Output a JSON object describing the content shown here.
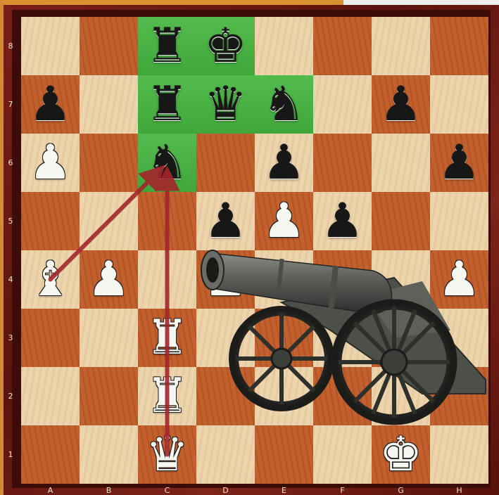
{
  "board": {
    "ranks": [
      "8",
      "7",
      "6",
      "5",
      "4",
      "3",
      "2",
      "1"
    ],
    "files": [
      "A",
      "B",
      "C",
      "D",
      "E",
      "F",
      "G",
      "H"
    ],
    "squares": [
      [
        "",
        "",
        "r",
        "k",
        "",
        "",
        "",
        ""
      ],
      [
        "p",
        "",
        "r",
        "q",
        "n",
        "",
        "p",
        ""
      ],
      [
        "P",
        "",
        "n",
        "",
        "p",
        "",
        "",
        "p"
      ],
      [
        "",
        "",
        "",
        "p",
        "P",
        "p",
        "",
        ""
      ],
      [
        "B",
        "P",
        "",
        "P",
        "",
        "",
        "",
        "P"
      ],
      [
        "",
        "",
        "R",
        "",
        "",
        "",
        "",
        ""
      ],
      [
        "",
        "",
        "R",
        "",
        "",
        "",
        "",
        ""
      ],
      [
        "",
        "",
        "Q",
        "",
        "",
        "",
        "K",
        ""
      ]
    ],
    "highlighted": [
      "c8",
      "d8",
      "c7",
      "d7",
      "e7",
      "c6"
    ],
    "arrows": [
      {
        "from": "a4",
        "to": "c6"
      },
      {
        "from": "c1",
        "to": "c6"
      }
    ],
    "colors": {
      "highlight": "#45b53f",
      "arrow": "#a4252b",
      "light_square": "#ecd4ad",
      "dark_square": "#c2602e",
      "frame": "#6a1a12"
    }
  },
  "illustration": {
    "name": "cannon-illustration",
    "description_icon": "cannon-icon"
  }
}
